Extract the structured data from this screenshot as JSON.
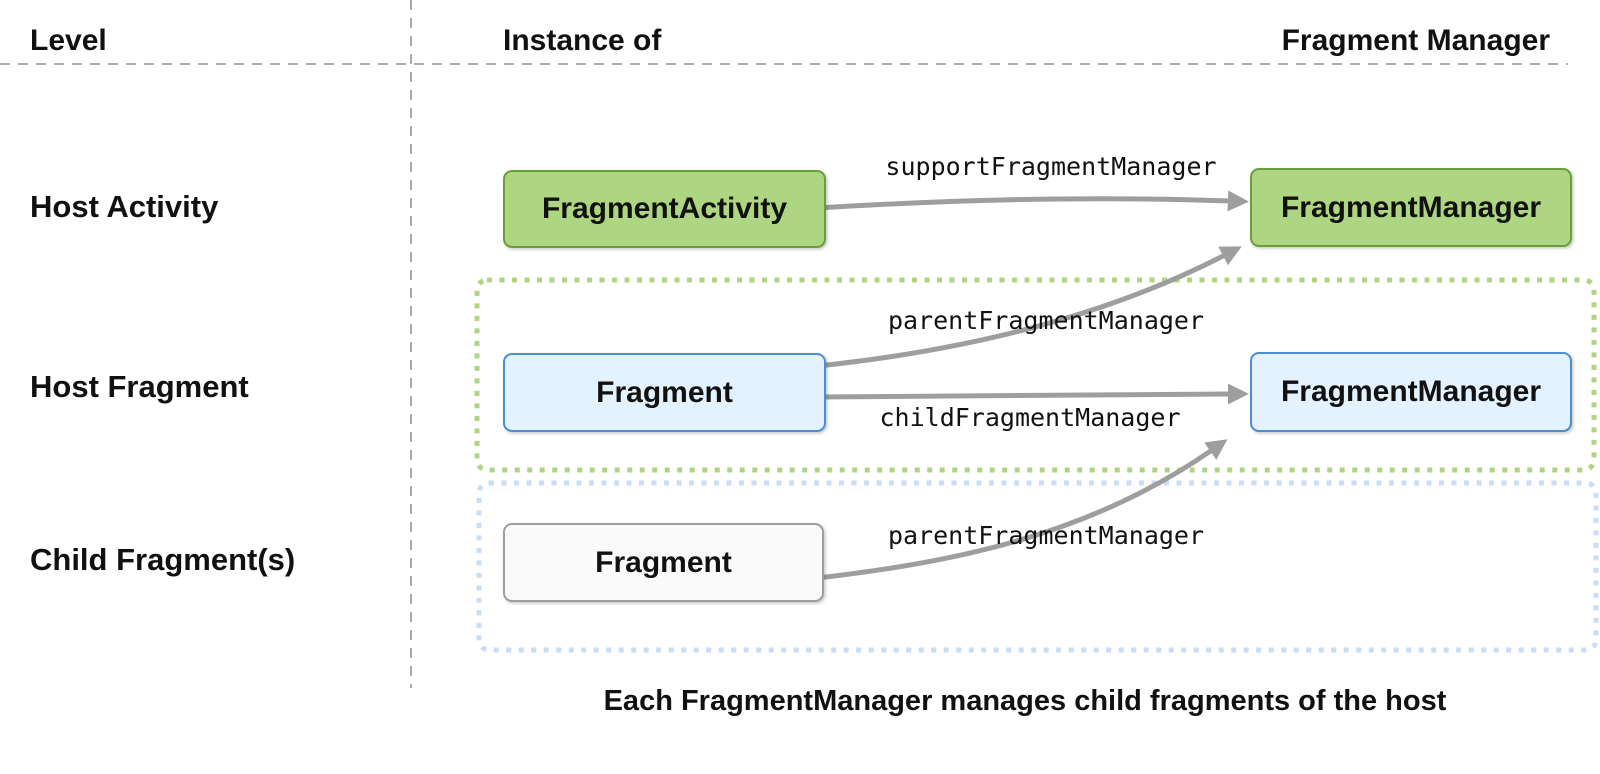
{
  "header": {
    "level": "Level",
    "instance_of": "Instance of",
    "fragment_manager": "Fragment Manager"
  },
  "levels": [
    {
      "label": "Host Activity"
    },
    {
      "label": "Host Fragment"
    },
    {
      "label": "Child Fragment(s)"
    }
  ],
  "nodes": {
    "host_activity_instance": "FragmentActivity",
    "host_activity_manager": "FragmentManager",
    "host_fragment_instance": "Fragment",
    "host_fragment_manager": "FragmentManager",
    "child_fragment_instance": "Fragment"
  },
  "edges": [
    {
      "label": "supportFragmentManager",
      "from": "FragmentActivity",
      "to": "FragmentManager (host activity)"
    },
    {
      "label": "parentFragmentManager",
      "from": "Fragment (host fragment)",
      "to": "FragmentManager (host activity)"
    },
    {
      "label": "childFragmentManager",
      "from": "Fragment (host fragment)",
      "to": "FragmentManager (host fragment)"
    },
    {
      "label": "parentFragmentManager",
      "from": "Fragment (child)",
      "to": "FragmentManager (host fragment)"
    }
  ],
  "caption": "Each FragmentManager manages child fragments of the host",
  "colors": {
    "activity_fill": "#aed581",
    "activity_border": "#689f38",
    "fragment_fill": "#e3f2fd",
    "fragment_border": "#4a8fd3",
    "child_fill": "#fafafa",
    "child_border": "#9e9e9e",
    "arrow": "#9e9e9e",
    "host_fragment_group_border": "#aed581",
    "child_fragment_group_border": "#c9ddf5",
    "divider": "#aaaaaa"
  }
}
